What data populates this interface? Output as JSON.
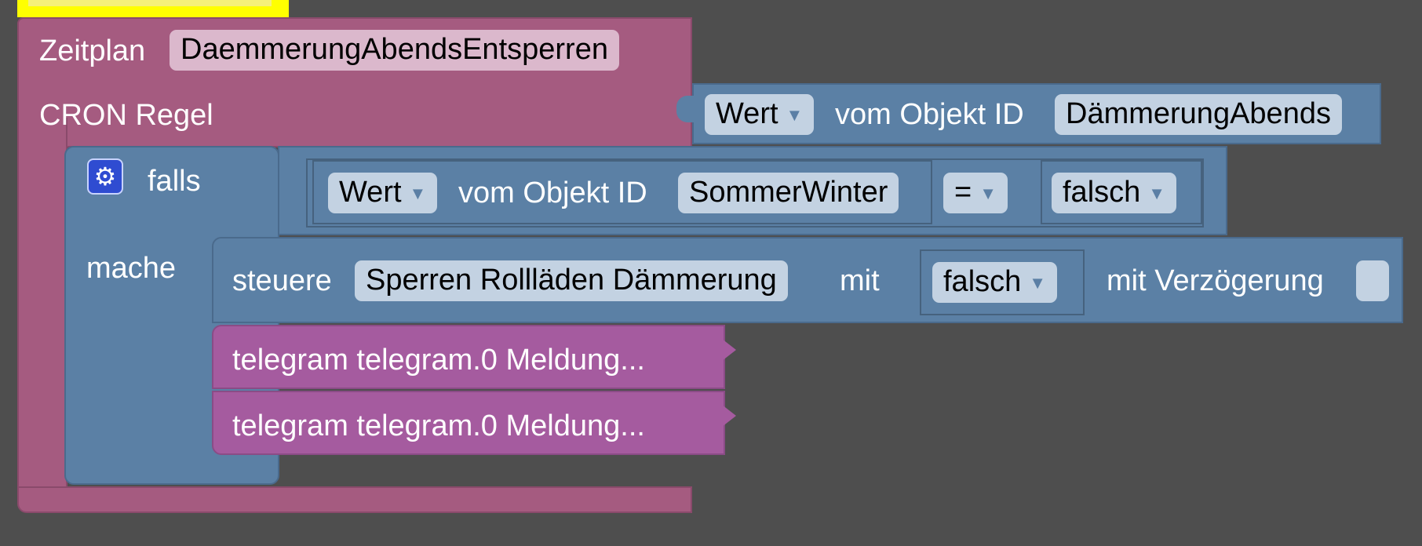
{
  "schedule": {
    "label": "Zeitplan",
    "name": "DaemmerungAbendsEntsperren",
    "cron_label": "CRON Regel"
  },
  "cron_value": {
    "dropdown": "Wert",
    "label": "vom Objekt ID",
    "object_id": "DämmerungAbends"
  },
  "if_block": {
    "if_label": "falls",
    "do_label": "mache",
    "gear_icon": "gear-icon"
  },
  "condition": {
    "left_dropdown": "Wert",
    "left_label": "vom Objekt ID",
    "left_object_id": "SommerWinter",
    "operator": "=",
    "right_value": "falsch"
  },
  "control": {
    "label": "steuere",
    "target": "Sperren Rollläden Dämmerung",
    "with_label": "mit",
    "value": "falsch",
    "delay_label": "mit Verzögerung",
    "delay_value": ""
  },
  "telegram_blocks": [
    {
      "label": "telegram telegram.0 Meldung..."
    },
    {
      "label": "telegram telegram.0 Meldung..."
    }
  ],
  "colors": {
    "background": "#4e4e4e",
    "schedule_block": "#a55b80",
    "logic_block": "#5b80a5",
    "telegram_block": "#a55b9f",
    "highlight": "#ffff00"
  }
}
